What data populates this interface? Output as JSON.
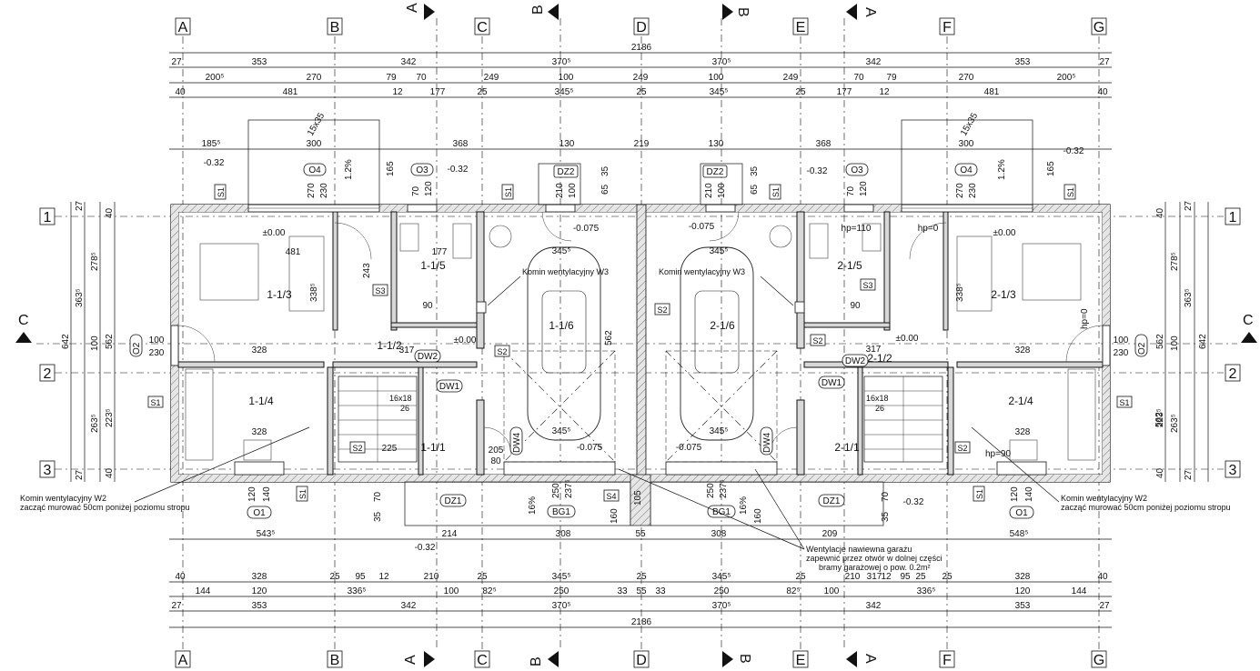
{
  "axes_columns": [
    "A",
    "B",
    "C",
    "D",
    "E",
    "F",
    "G"
  ],
  "axes_rows": [
    "1",
    "2",
    "3"
  ],
  "sections": {
    "a": "A",
    "b": "B",
    "c": "C"
  },
  "dims_top": {
    "overall": "2186",
    "row1": [
      "27",
      "353",
      "342",
      "370⁵",
      "370⁵",
      "342",
      "353",
      "27"
    ],
    "row2": [
      "200⁵",
      "270",
      "79",
      "70",
      "249",
      "100",
      "249",
      "100",
      "249",
      "70",
      "79",
      "270",
      "200⁵"
    ],
    "row3": [
      "40",
      "481",
      "12",
      "177",
      "25",
      "345⁵",
      "25",
      "345⁵",
      "25",
      "177",
      "12",
      "481",
      "40"
    ],
    "row4": [
      "185⁵",
      "300",
      "368",
      "130",
      "219",
      "130",
      "368",
      "300"
    ]
  },
  "dims_bottom": {
    "overall": "2186",
    "row1": [
      "40",
      "328",
      "25",
      "95",
      "12",
      "210",
      "25",
      "345⁵",
      "25",
      "345⁵",
      "25",
      "210",
      "12",
      "95",
      "25",
      "317",
      "25",
      "328",
      "40"
    ],
    "row2": [
      "144",
      "120",
      "336⁵",
      "100",
      "82⁵",
      "250",
      "33",
      "55",
      "33",
      "250",
      "82⁵",
      "100",
      "336⁵",
      "120",
      "144"
    ],
    "row3": [
      "27",
      "353",
      "342",
      "370⁵",
      "370⁵",
      "342",
      "353",
      "27"
    ],
    "row4": [
      "543⁵",
      "214",
      "308",
      "55",
      "308",
      "209",
      "548⁵"
    ]
  },
  "dims_side": {
    "left": [
      "27",
      "278⁵",
      "363⁵",
      "642",
      "100",
      "562",
      "223⁵",
      "263⁵",
      "27",
      "40",
      "40"
    ],
    "right": [
      "27",
      "278⁵",
      "363⁵",
      "642",
      "100",
      "562",
      "223⁵",
      "263⁵",
      "27",
      "40",
      "40"
    ]
  },
  "rooms": [
    "1-1/3",
    "1-1/5",
    "1-1/6",
    "1-1/4",
    "1-1/2",
    "1-1/1",
    "2-1/3",
    "2-1/5",
    "2-1/6",
    "2-1/4",
    "2-1/2",
    "2-1/1"
  ],
  "tags": [
    "O4",
    "O3",
    "DZ2",
    "DZ2",
    "O3",
    "O4",
    "O2",
    "O2",
    "DW2",
    "DW1",
    "DW2",
    "DW1",
    "DZ1",
    "BG1",
    "BG1",
    "DZ1",
    "O1",
    "O1",
    "DW4",
    "DW4"
  ],
  "symbols": [
    "S1",
    "S1",
    "S1",
    "S1",
    "S1",
    "S1",
    "S1",
    "S1",
    "S2",
    "S2",
    "S2",
    "S2",
    "S2",
    "S3",
    "S3",
    "S4"
  ],
  "levels": [
    "-0.32",
    "-0.32",
    "-0.32",
    "-0.32",
    "-0.32",
    "-0.32",
    "±0.00",
    "±0.00",
    "±0.00",
    "±0.00",
    "-0.075",
    "-0.075",
    "-0.075",
    "-0.075",
    "hp=0",
    "hp=110",
    "hp=0",
    "hp=90"
  ],
  "misc_texts": [
    "1.2%",
    "1.2%",
    "16%",
    "16%",
    "16x18",
    "26",
    "16x18",
    "26",
    "481",
    "177",
    "338⁵",
    "338⁵",
    "243",
    "328",
    "328",
    "328",
    "328",
    "317",
    "317",
    "90",
    "80",
    "90",
    "205",
    "225",
    "345⁵",
    "345⁵",
    "345⁵",
    "345⁵",
    "562",
    "562",
    "120",
    "140",
    "120",
    "140",
    "70",
    "70",
    "35",
    "35",
    "250",
    "237⁵",
    "250",
    "237⁵",
    "160",
    "160",
    "105",
    "15x35",
    "15x35",
    "210",
    "100",
    "65",
    "35",
    "210",
    "100",
    "65",
    "35",
    "270",
    "230",
    "165",
    "70",
    "120",
    "165",
    "70",
    "120",
    "270",
    "230",
    "100",
    "230",
    "100",
    "230"
  ],
  "annotations": {
    "vent_w3_left": "Komin wentylacyjny W3",
    "vent_w3_right": "Komin wentylacyjny W3",
    "vent_w2_left_1": "Komin wentylacyjny W2",
    "vent_w2_left_2": "zacząć murować 50cm poniżej poziomu stropu",
    "vent_w2_right_1": "Komin wentylacyjny W2",
    "vent_w2_right_2": "zacząć murować 50cm poniżej poziomu stropu",
    "garage_vent_1": "Wentylacje nawiewna garażu",
    "garage_vent_2": "zapewnić przez otwór w dolnej części",
    "garage_vent_3": "bramy garażowej o pow. 0.2m²"
  }
}
